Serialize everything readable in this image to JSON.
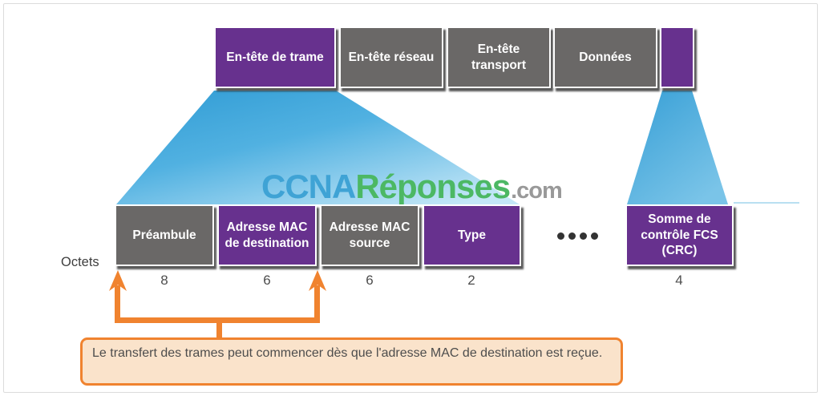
{
  "colors": {
    "field_purple": "#67318E",
    "field_gray": "#6A6867",
    "funnel_blue_dark": "#2F9BD4",
    "funnel_blue_light": "#C4E7F7",
    "bracket_orange": "#F0832F",
    "callout_background": "#FAE3CB",
    "watermark_blue": "#3FA3D5",
    "watermark_green": "#4CB864",
    "watermark_gray": "#999999"
  },
  "encapsulation_row": {
    "boxes": [
      {
        "label": "En-tête de trame"
      },
      {
        "label": "En-tête réseau"
      },
      {
        "label": "En-tête transport"
      },
      {
        "label": "Données"
      },
      {
        "label": ""
      }
    ]
  },
  "frame_fields": {
    "fields": [
      {
        "label": "Préambule",
        "octets": "8"
      },
      {
        "label": "Adresse MAC de destination",
        "octets": "6"
      },
      {
        "label": "Adresse MAC source",
        "octets": "6"
      },
      {
        "label": "Type",
        "octets": "2"
      }
    ],
    "fcs": {
      "label": "Somme de contrôle FCS (CRC)",
      "octets": "4"
    }
  },
  "octets_label": "Octets",
  "callout_text": "Le transfert des trames peut commencer dès que l'adresse MAC de destination est reçue.",
  "watermark": {
    "ccna": "CCNA",
    "reponses": "Réponses",
    "com": ".com"
  }
}
